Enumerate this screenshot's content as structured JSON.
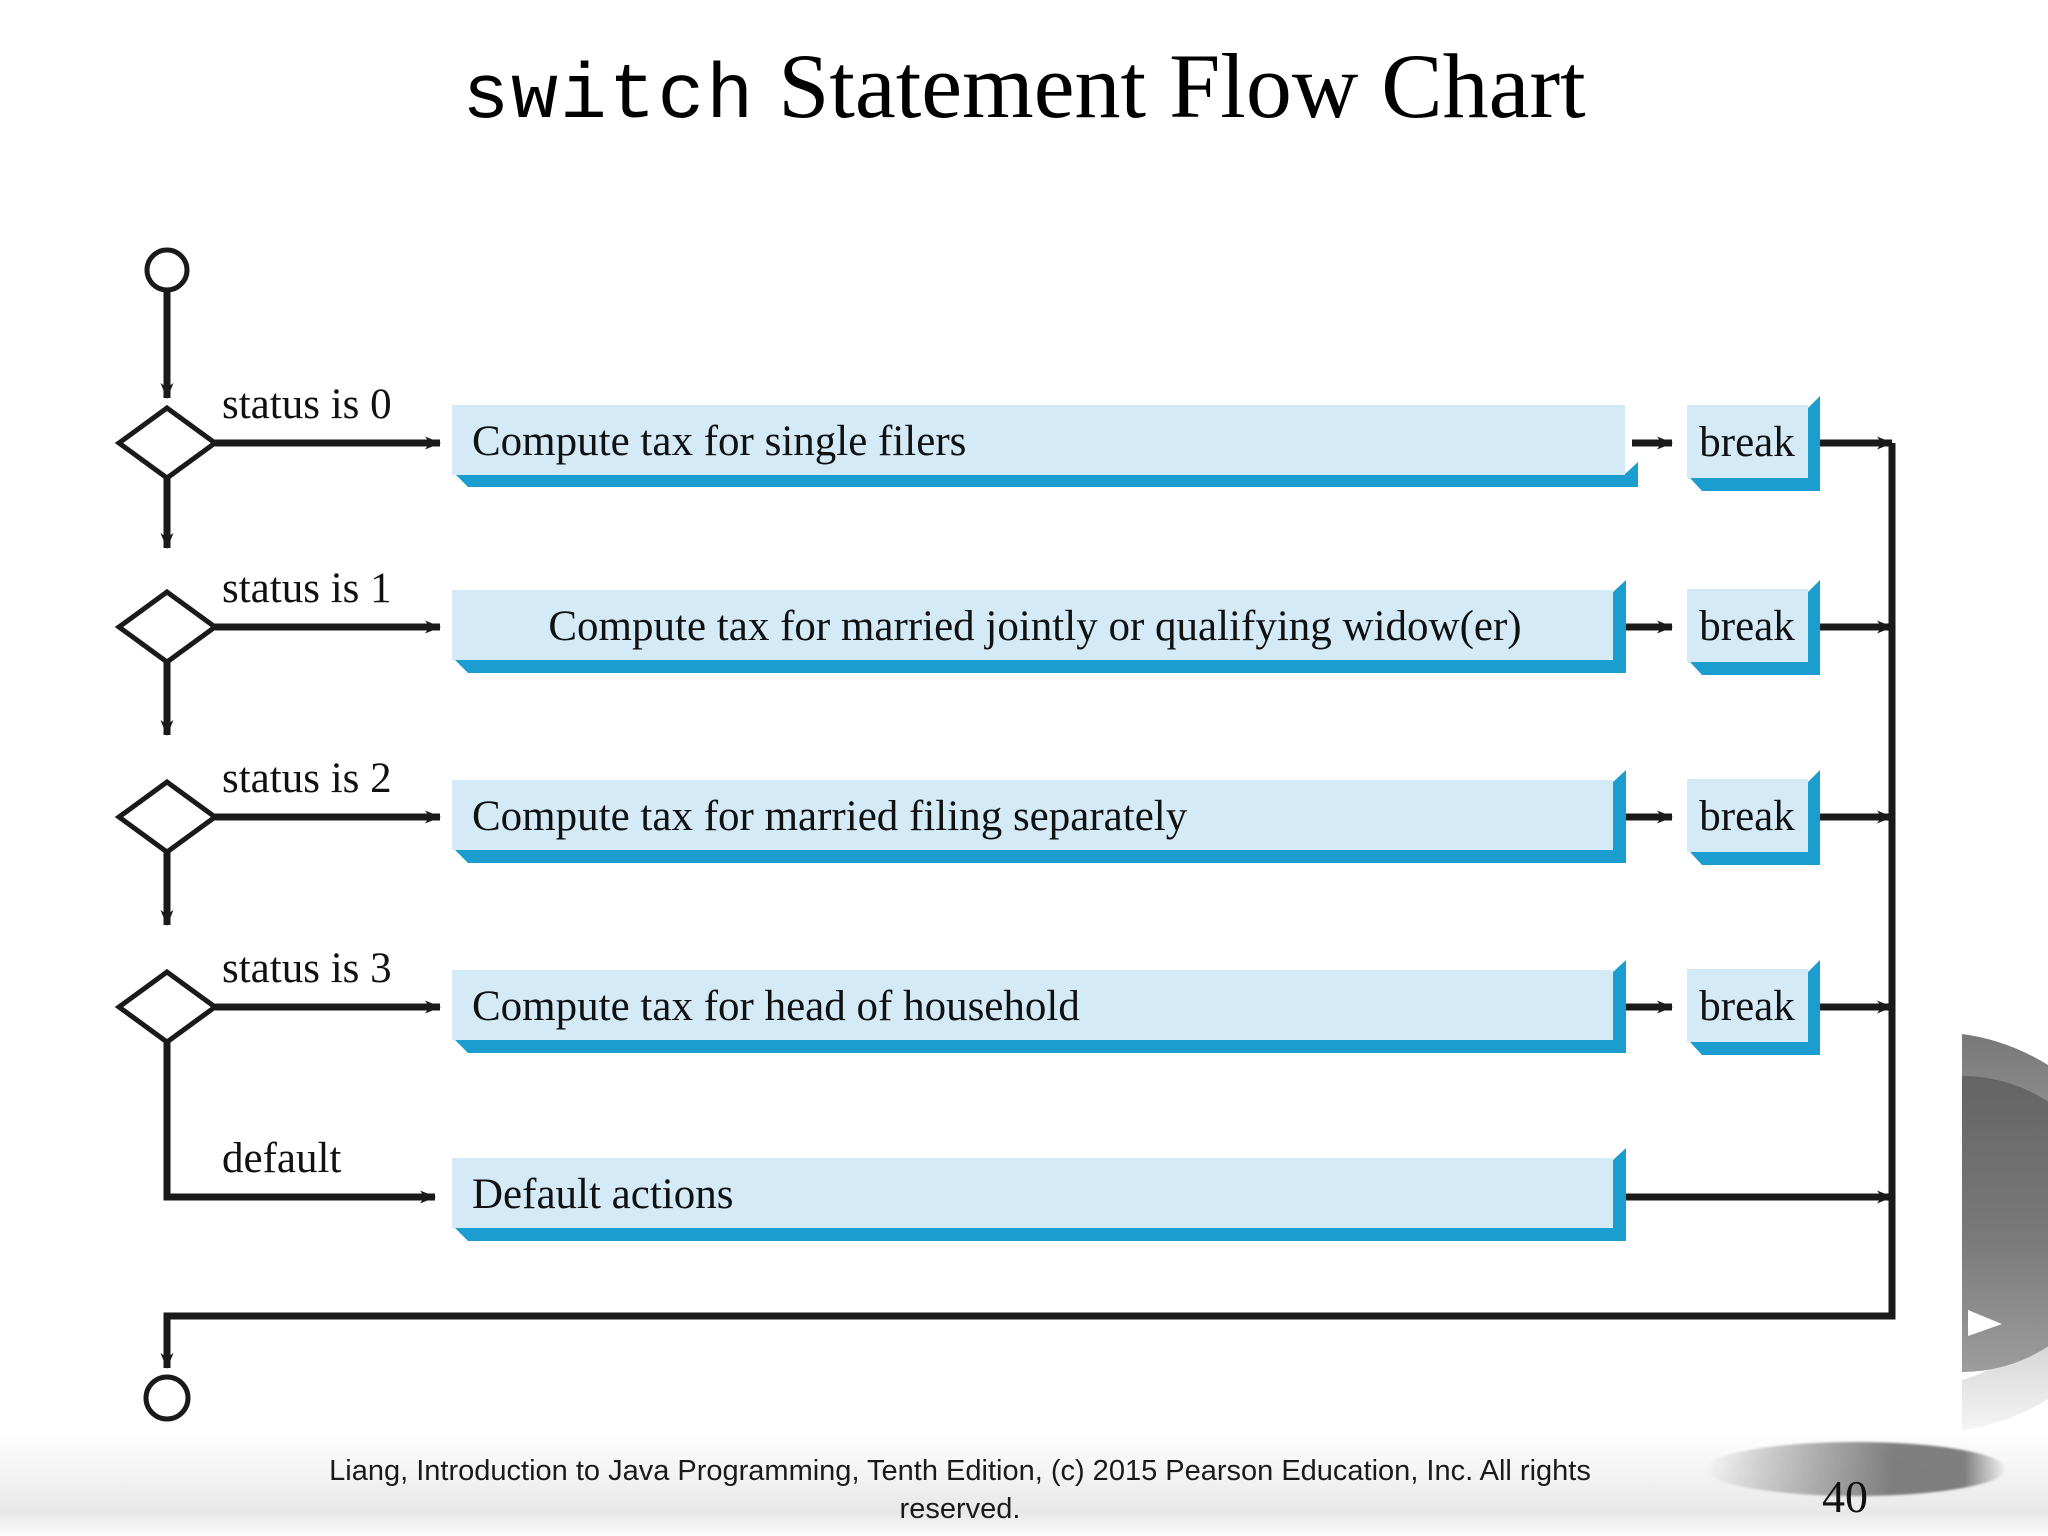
{
  "slide": {
    "title_mono": "switch",
    "title_rest": " Statement Flow Chart",
    "page_number": "40",
    "footer": "Liang, Introduction to Java Programming, Tenth Edition, (c) 2015 Pearson Education, Inc. All rights reserved."
  },
  "colors": {
    "box_fill": "#d4ebf7",
    "box_shadow": "#1b9dd0",
    "line": "#1a1a1a",
    "decor_grey_dark": "#6e6e6e",
    "decor_grey_light": "#b7b7b7",
    "background": "#ffffff"
  },
  "chart_data": {
    "type": "diagram",
    "title": "switch Statement Flow Chart",
    "nodes": {
      "start": "start-circle",
      "end": "end-circle"
    },
    "branches": [
      {
        "condition": "status is 0",
        "decision": "diamond",
        "action": "Compute tax for single filers",
        "terminator": "break",
        "align": "left"
      },
      {
        "condition": "status is 1",
        "decision": "diamond",
        "action": "Compute tax for married jointly or qualifying widow(er)",
        "terminator": "break",
        "align": "center"
      },
      {
        "condition": "status is 2",
        "decision": "diamond",
        "action": "Compute tax for married filing separately",
        "terminator": "break",
        "align": "left"
      },
      {
        "condition": "status is 3",
        "decision": "diamond",
        "action": "Compute tax for head of household",
        "terminator": "break",
        "align": "left"
      },
      {
        "condition": "default",
        "decision": "none",
        "action": "Default actions",
        "terminator": "",
        "align": "left"
      }
    ]
  }
}
